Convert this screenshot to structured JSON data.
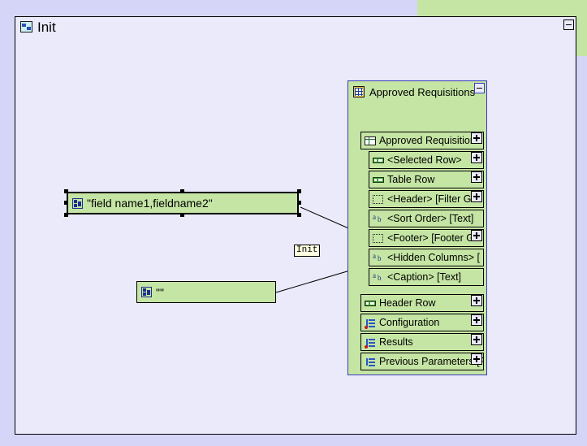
{
  "window": {
    "title": "Init",
    "title_icon": "expression-node-icon",
    "minimize_label": "–"
  },
  "expressions": [
    {
      "id": "expr-field-names",
      "icon": "expression-icon",
      "text": "\"field name1,fieldname2\"",
      "selected": true
    },
    {
      "id": "expr-empty-string",
      "icon": "expression-icon",
      "text": "\"\"",
      "selected": false
    }
  ],
  "connector_label": "Init",
  "panel": {
    "title": "Approved Requisitions",
    "icon": "table-report-icon",
    "minimize_label": "–",
    "tree": [
      {
        "label": "Approved Requisitions [Ta",
        "icon": "table-icon",
        "level": 1,
        "expandable": true
      },
      {
        "label": "<Selected Row>",
        "icon": "row-icon",
        "level": 2,
        "expandable": true
      },
      {
        "label": "Table Row",
        "icon": "row-icon",
        "level": 2,
        "expandable": true
      },
      {
        "label": "<Header> [Filter Gro",
        "icon": "group-icon",
        "level": 2,
        "expandable": true
      },
      {
        "label": "<Sort Order> [Text]",
        "icon": "text-icon",
        "level": 2,
        "expandable": false
      },
      {
        "label": "<Footer> [Footer G",
        "icon": "group-icon",
        "level": 2,
        "expandable": true
      },
      {
        "label": "<Hidden Columns> [",
        "icon": "text-icon",
        "level": 2,
        "expandable": false
      },
      {
        "label": "<Caption> [Text]",
        "icon": "text-icon",
        "level": 2,
        "expandable": false
      },
      {
        "label": "Header Row",
        "icon": "row-icon",
        "level": 1,
        "expandable": true
      },
      {
        "label": "Configuration",
        "icon": "hierarchy-icon",
        "level": 1,
        "expandable": true
      },
      {
        "label": "Results",
        "icon": "hierarchy-icon",
        "level": 1,
        "expandable": true
      },
      {
        "label": "Previous Parameters [Para",
        "icon": "hierarchy-icon",
        "level": 1,
        "expandable": true
      }
    ]
  },
  "colors": {
    "desktop": "#d5d5f7",
    "canvas": "#eaeafa",
    "node_green": "#c5e5a4",
    "panel_border": "#3a3ac0",
    "label_yellow": "#ffffe0"
  }
}
